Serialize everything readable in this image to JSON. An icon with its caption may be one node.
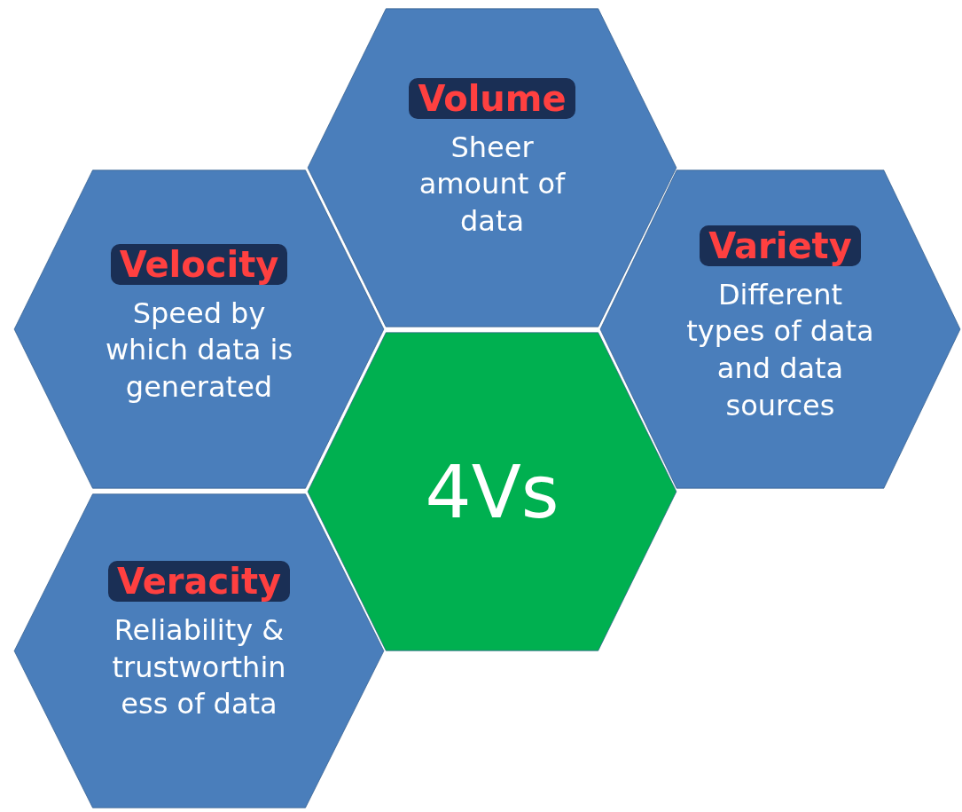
{
  "diagram": {
    "nodes": [
      {
        "text": [
          "Volume",
          "Sheer amount of data"
        ]
      },
      {
        "text": [
          "Velocity",
          "Speed by which data is generated"
        ]
      },
      {
        "text": [
          "Variety",
          "Different types of data and data sources"
        ]
      },
      {
        "text": [
          "4Vs"
        ]
      },
      {
        "text": [
          "Veracity",
          "Reliability & trustworthin ess of data"
        ]
      }
    ]
  }
}
